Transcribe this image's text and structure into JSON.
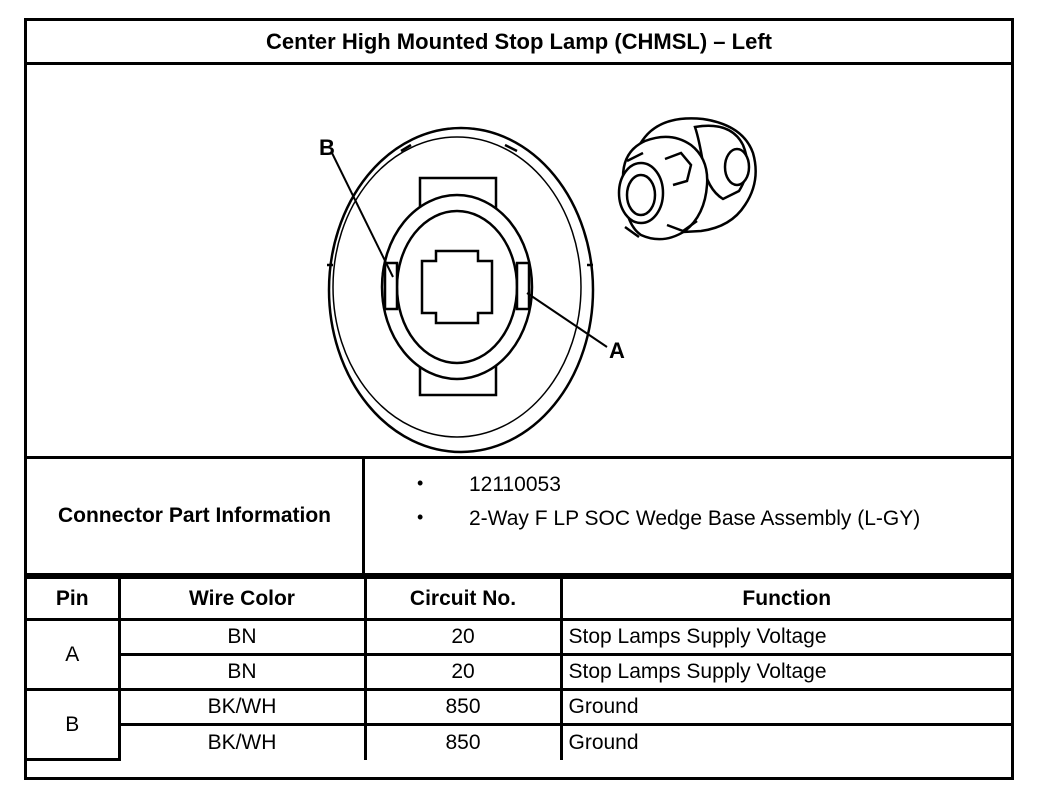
{
  "title": "Center High Mounted Stop Lamp (CHMSL) – Left",
  "figure": {
    "callouts": [
      "B",
      "A"
    ]
  },
  "connector": {
    "label": "Connector Part Information",
    "items": [
      "12110053",
      "2-Way F LP SOC Wedge Base Assembly (L-GY)"
    ],
    "bullet": "•"
  },
  "table": {
    "headers": [
      "Pin",
      "Wire Color",
      "Circuit No.",
      "Function"
    ],
    "rows": [
      {
        "pin": "A",
        "wire": "BN",
        "circuit": "20",
        "function": "Stop Lamps Supply Voltage"
      },
      {
        "pin": "",
        "wire": "BN",
        "circuit": "20",
        "function": "Stop Lamps Supply Voltage"
      },
      {
        "pin": "B",
        "wire": "BK/WH",
        "circuit": "850",
        "function": "Ground"
      },
      {
        "pin": "",
        "wire": "BK/WH",
        "circuit": "850",
        "function": "Ground"
      }
    ]
  }
}
